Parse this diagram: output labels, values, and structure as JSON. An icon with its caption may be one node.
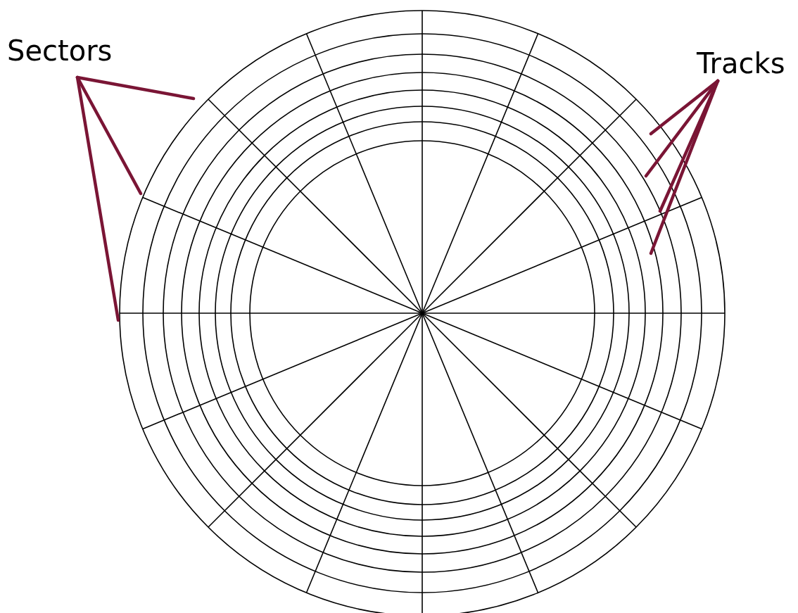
{
  "diagram": {
    "nodes": [
      {
        "text": [
          "Sectors"
        ]
      },
      {
        "text": [
          "Tracks"
        ]
      }
    ],
    "edges": [
      {
        "from": 0,
        "to": null,
        "arrow": "none"
      },
      {
        "from": 0,
        "to": null,
        "arrow": "none"
      },
      {
        "from": 0,
        "to": null,
        "arrow": "none"
      },
      {
        "from": 1,
        "to": null,
        "arrow": "none"
      },
      {
        "from": 1,
        "to": null,
        "arrow": "none"
      },
      {
        "from": 1,
        "to": null,
        "arrow": "none"
      },
      {
        "from": 1,
        "to": null,
        "arrow": "none"
      }
    ]
  }
}
